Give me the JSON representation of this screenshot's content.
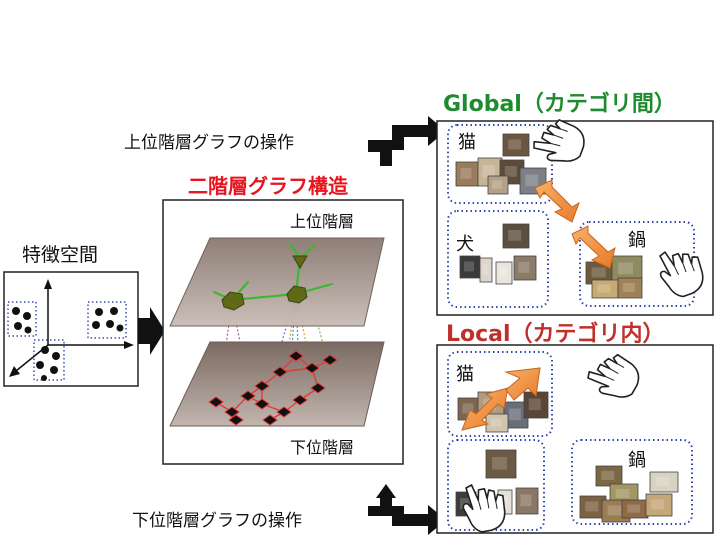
{
  "feature_space": {
    "title": "特徴空間"
  },
  "diagram": {
    "title": "二階層グラフ構造",
    "title_color": "#e8141e",
    "upper_layer": "上位階層",
    "lower_layer": "下位階層"
  },
  "operations": {
    "upper": "上位階層グラフの操作",
    "lower": "下位階層グラフの操作"
  },
  "global_panel": {
    "heading": "Global（カテゴリ間）",
    "heading_color": "#1e8c2e",
    "clusters": [
      "猫",
      "犬",
      "鍋"
    ]
  },
  "local_panel": {
    "heading": "Local（カテゴリ内）",
    "heading_color": "#c0302a",
    "clusters": [
      "猫",
      "鍋"
    ]
  },
  "icons": [
    "hand-pointer-icon",
    "double-arrow-icon",
    "elbow-arrow-icon"
  ]
}
